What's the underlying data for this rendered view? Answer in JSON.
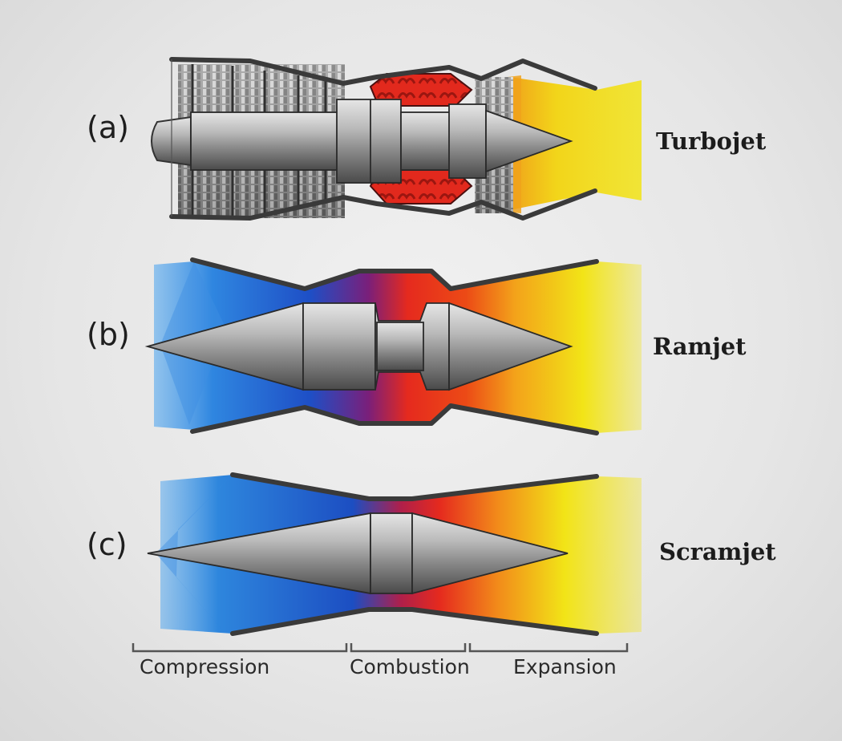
{
  "engines": [
    {
      "tag": "(a)",
      "name": "Turbojet"
    },
    {
      "tag": "(b)",
      "name": "Ramjet"
    },
    {
      "tag": "(c)",
      "name": "Scramjet"
    }
  ],
  "phases": [
    "Compression",
    "Combustion",
    "Expansion"
  ],
  "colors": {
    "cold": "#1e6fd6",
    "hot": "#e52a1e",
    "exhaust": "#f2e417",
    "metal": "#8a8a8a",
    "wall": "#3a3a3a"
  },
  "icons": [
    "engine-shaft",
    "compressor-blades",
    "combustion-chamber",
    "exhaust-plume"
  ]
}
